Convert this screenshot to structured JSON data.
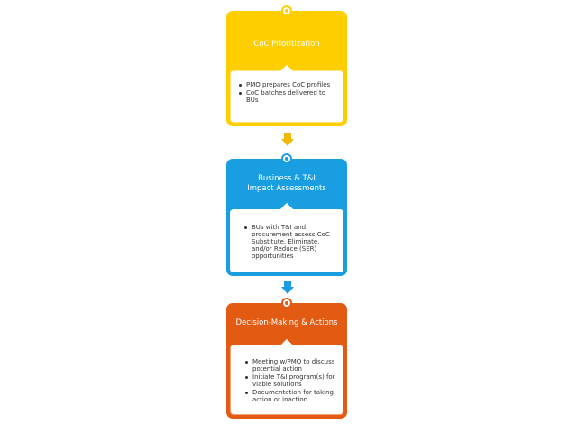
{
  "colors": {
    "step1": "#FFCE00",
    "step2": "#1A9EE2",
    "step3": "#E35A12",
    "arrow1": "#F2B705",
    "arrow2": "#1A9EE2"
  },
  "steps": [
    {
      "title": "CoC Prioritization",
      "bullets": [
        "PMO prepares CoC profiles",
        "CoC batches delivered to BUs"
      ]
    },
    {
      "title": "Business & T&I\nImpact Assessments",
      "bullets": [
        "BUs with T&I and procurement assess CoC Substitute, Eliminate, and/or Reduce (SER) opportunities"
      ]
    },
    {
      "title": "Decision-Making & Actions",
      "bullets": [
        "Meeting w/PMO to discuss potential action",
        "Initiate T&I program(s) for viable solutions",
        "Documentation for taking action or inaction"
      ]
    }
  ],
  "arrows": [
    "down-arrow-icon",
    "down-arrow-icon"
  ]
}
